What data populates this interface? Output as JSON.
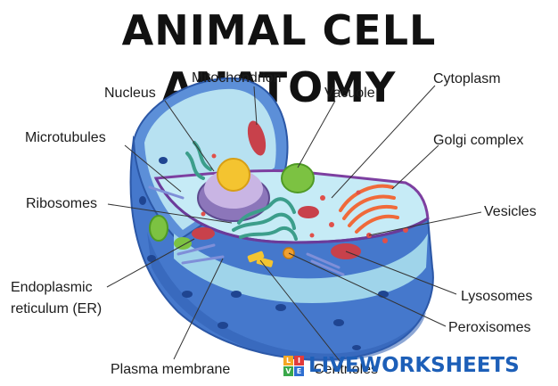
{
  "title": "ANIMAL CELL ANATOMY",
  "labels": {
    "mitochondrion": "Mitochondrion",
    "nucleus": "Nucleus",
    "vacuole": "Vacuole",
    "cytoplasm": "Cytoplasm",
    "microtubules": "Microtubules",
    "golgi_complex": "Golgi complex",
    "ribosomes": "Ribosomes",
    "vesicles": "Vesicles",
    "endoplasmic_reticulum_line1": "Endoplasmic",
    "endoplasmic_reticulum_line2": "reticulum (ER)",
    "lysosomes": "Lysosomes",
    "peroxisomes": "Peroxisomes",
    "plasma_membrane": "Plasma membrane",
    "centrioles": "Centrioles"
  },
  "watermark": {
    "text": "LIVEWORKSHEETS",
    "logo_letters": [
      "L",
      "I",
      "V",
      "E"
    ],
    "logo_colors": [
      "#f5a623",
      "#e23b3b",
      "#3aa84a",
      "#2f6fd1"
    ],
    "text_color": "#1d5fb8"
  },
  "colors": {
    "membrane_outer": "#3f74c9",
    "membrane_dark": "#2a55a3",
    "cytoplasm_fill": "#b9e3f2",
    "nucleus_shell": "#8a73b8",
    "nucleolus": "#f4c430",
    "er_green": "#3c9e8b",
    "golgi_orange": "#f06a3a",
    "mito_red": "#c8414b",
    "vacuole_green": "#7cc242"
  }
}
